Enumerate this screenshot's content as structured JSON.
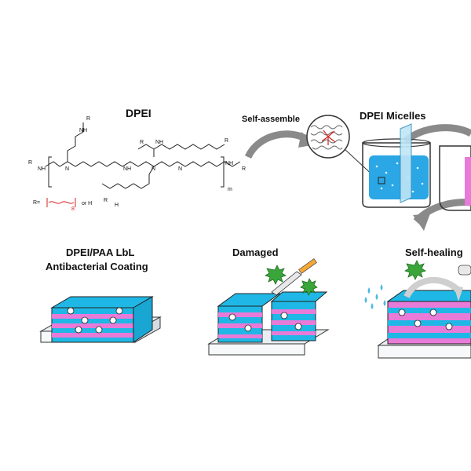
{
  "labels": {
    "dpei": "DPEI",
    "self_assemble": "Self-assemble",
    "dpei_micelles": "DPEI Micelles",
    "coating_line1": "DPEI/PAA LbL",
    "coating_line2": "Antibacterial Coating",
    "damaged": "Damaged",
    "self_healing": "Self-healing"
  },
  "structure": {
    "r_group": "R",
    "amine_nh": "NH",
    "amine_n": "N",
    "amine_h": "H",
    "subscript_m": "m",
    "subscript_8": "8",
    "r_definition": "R=",
    "or_h": "or H"
  },
  "colors": {
    "cyan_layer": "#1fb8e6",
    "pink_layer": "#e87ad8",
    "substrate": "#e9eef2",
    "bacteria": "#3aa63a",
    "droplet": "#4fb8e0",
    "arrow_gray": "#8a8a8a",
    "micelle_solution": "#2aa7e4"
  },
  "icons": [
    "bacteria-icon",
    "water-droplet-icon",
    "scalpel-icon",
    "circular-arrow-icon",
    "beaker-icon",
    "micelle-icon",
    "plus-charge-icon",
    "minus-charge-icon"
  ]
}
